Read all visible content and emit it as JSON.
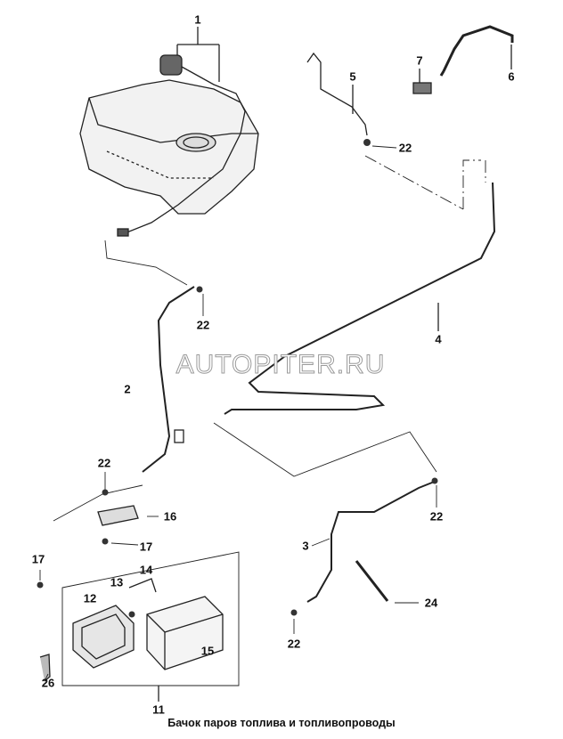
{
  "caption": "Бачок паров топлива и топливопроводы",
  "watermark": "AUTOPITER.RU",
  "callouts": [
    "1",
    "7",
    "5",
    "6",
    "22",
    "22",
    "4",
    "2",
    "22",
    "16",
    "22",
    "17",
    "17",
    "14",
    "13",
    "12",
    "24",
    "3",
    "22",
    "26",
    "15",
    "11"
  ]
}
